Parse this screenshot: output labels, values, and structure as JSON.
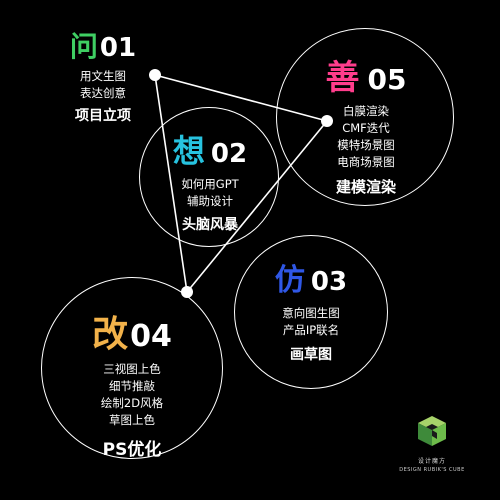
{
  "colors": {
    "background": "#000000",
    "wen": "#3fcf63",
    "shan": "#ff3d8c",
    "xiang": "#27c3e0",
    "fang": "#2f57e6",
    "gai": "#f2b24a"
  },
  "steps": {
    "s01": {
      "glyph": "问",
      "number": "01",
      "lines": [
        "用文生图",
        "表达创意"
      ],
      "title": "项目立项"
    },
    "s02": {
      "glyph": "想",
      "number": "02",
      "lines": [
        "如何用GPT",
        "辅助设计"
      ],
      "title": "头脑风暴"
    },
    "s03": {
      "glyph": "仿",
      "number": "03",
      "lines": [
        "意向图生图",
        "产品IP联名"
      ],
      "title": "画草图"
    },
    "s04": {
      "glyph": "改",
      "number": "04",
      "lines": [
        "三视图上色",
        "细节推敲",
        "绘制2D风格",
        "草图上色"
      ],
      "title": "PS优化"
    },
    "s05": {
      "glyph": "善",
      "number": "05",
      "lines": [
        "白膜渲染",
        "CMF迭代",
        "模特场景图",
        "电商场景图"
      ],
      "title": "建模渲染"
    }
  },
  "logo": {
    "icon": "rubiks-cube-logo-icon",
    "cn": "设计魔方",
    "en": "DESIGN RUBIK'S CUBE"
  }
}
